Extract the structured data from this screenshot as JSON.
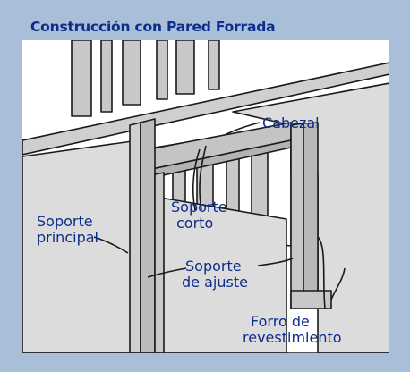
{
  "title": "Construcción con Pared Forrada",
  "labels": {
    "cabezal": "Cabezal",
    "soporte_corto": [
      "Soporte",
      "corto"
    ],
    "soporte_principal": [
      "Soporte",
      "principal"
    ],
    "soporte_ajuste": [
      "Soporte",
      "de ajuste"
    ],
    "forro": [
      "Forro de",
      "revestimiento"
    ]
  },
  "colors": {
    "panel_bg": "#a9bfd9",
    "title": "#0d2d8a",
    "drywall": "#dedede",
    "stud": "#c4c4c4",
    "gap": "#ffffff",
    "outline": "#1a1a1a",
    "label": "#0d2d8a"
  }
}
